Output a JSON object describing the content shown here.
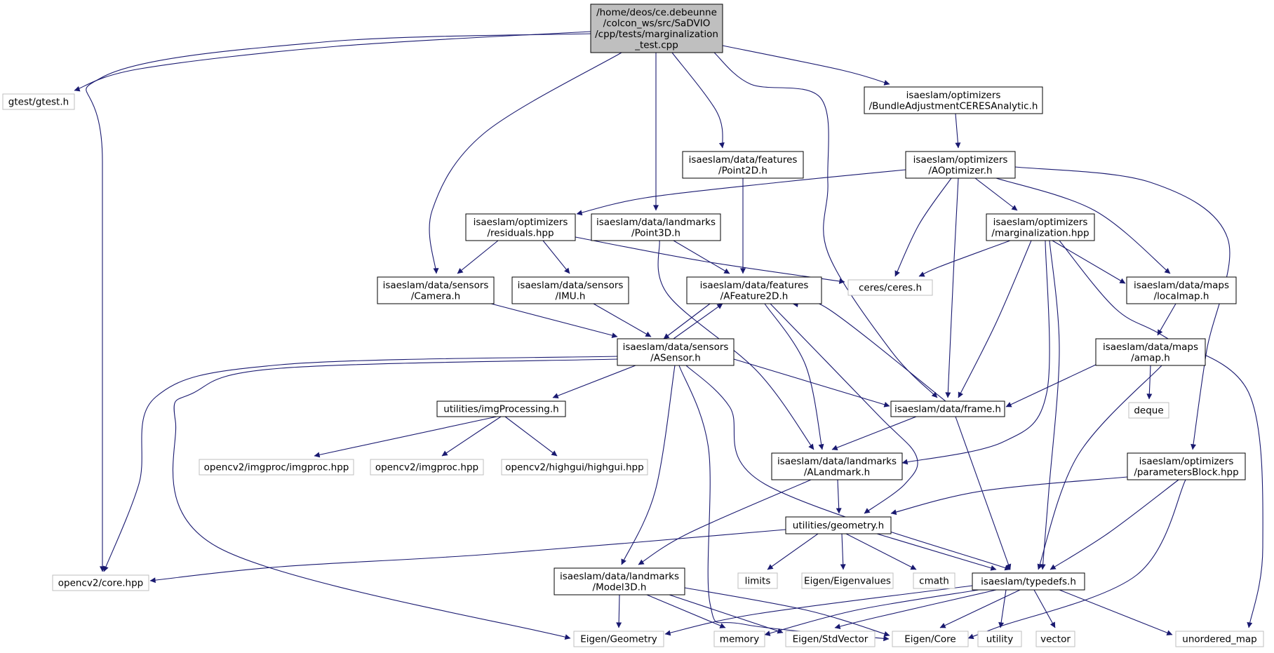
{
  "graph": {
    "edge_color": "#191970",
    "main_fill": "#bfbfbf",
    "node_border": "#000000",
    "external_border": "#bfbfbf",
    "nodes": [
      {
        "id": "main",
        "kind": "main",
        "lines": [
          "/home/deos/ce.debeunne",
          "/colcon_ws/src/SaDVIO",
          "/cpp/tests/marginalization",
          "_test.cpp"
        ]
      },
      {
        "id": "gtest",
        "kind": "ext",
        "lines": [
          "gtest/gtest.h"
        ]
      },
      {
        "id": "ba",
        "kind": "proj",
        "lines": [
          "isaeslam/optimizers",
          "/BundleAdjustmentCERESAnalytic.h"
        ]
      },
      {
        "id": "aopt",
        "kind": "proj",
        "lines": [
          "isaeslam/optimizers",
          "/AOptimizer.h"
        ]
      },
      {
        "id": "point2d",
        "kind": "proj",
        "lines": [
          "isaeslam/data/features",
          "/Point2D.h"
        ]
      },
      {
        "id": "residuals",
        "kind": "proj",
        "lines": [
          "isaeslam/optimizers",
          "/residuals.hpp"
        ]
      },
      {
        "id": "point3d",
        "kind": "proj",
        "lines": [
          "isaeslam/data/landmarks",
          "/Point3D.h"
        ]
      },
      {
        "id": "marg",
        "kind": "proj",
        "lines": [
          "isaeslam/optimizers",
          "/marginalization.hpp"
        ]
      },
      {
        "id": "camera",
        "kind": "proj",
        "lines": [
          "isaeslam/data/sensors",
          "/Camera.h"
        ]
      },
      {
        "id": "imu",
        "kind": "proj",
        "lines": [
          "isaeslam/data/sensors",
          "/IMU.h"
        ]
      },
      {
        "id": "afeature",
        "kind": "proj",
        "lines": [
          "isaeslam/data/features",
          "/AFeature2D.h"
        ]
      },
      {
        "id": "ceres",
        "kind": "ext",
        "lines": [
          "ceres/ceres.h"
        ]
      },
      {
        "id": "localmap",
        "kind": "proj",
        "lines": [
          "isaeslam/data/maps",
          "/localmap.h"
        ]
      },
      {
        "id": "asensor",
        "kind": "proj",
        "lines": [
          "isaeslam/data/sensors",
          "/ASensor.h"
        ]
      },
      {
        "id": "amap",
        "kind": "proj",
        "lines": [
          "isaeslam/data/maps",
          "/amap.h"
        ]
      },
      {
        "id": "imgproc",
        "kind": "proj",
        "lines": [
          "utilities/imgProcessing.h"
        ]
      },
      {
        "id": "frame",
        "kind": "proj",
        "lines": [
          "isaeslam/data/frame.h"
        ]
      },
      {
        "id": "deque",
        "kind": "ext",
        "lines": [
          "deque"
        ]
      },
      {
        "id": "cvimgproc",
        "kind": "ext",
        "lines": [
          "opencv2/imgproc/imgproc.hpp"
        ]
      },
      {
        "id": "cvimgproc2",
        "kind": "ext",
        "lines": [
          "opencv2/imgproc.hpp"
        ]
      },
      {
        "id": "cvhighgui",
        "kind": "ext",
        "lines": [
          "opencv2/highgui/highgui.hpp"
        ]
      },
      {
        "id": "alandmark",
        "kind": "proj",
        "lines": [
          "isaeslam/data/landmarks",
          "/ALandmark.h"
        ]
      },
      {
        "id": "params",
        "kind": "proj",
        "lines": [
          "isaeslam/optimizers",
          "/parametersBlock.hpp"
        ]
      },
      {
        "id": "geometry",
        "kind": "proj",
        "lines": [
          "utilities/geometry.h"
        ]
      },
      {
        "id": "cvcore",
        "kind": "ext",
        "lines": [
          "opencv2/core.hpp"
        ]
      },
      {
        "id": "model3d",
        "kind": "proj",
        "lines": [
          "isaeslam/data/landmarks",
          "/Model3D.h"
        ]
      },
      {
        "id": "limits",
        "kind": "ext",
        "lines": [
          "limits"
        ]
      },
      {
        "id": "eigenvalues",
        "kind": "ext",
        "lines": [
          "Eigen/Eigenvalues"
        ]
      },
      {
        "id": "cmath",
        "kind": "ext",
        "lines": [
          "cmath"
        ]
      },
      {
        "id": "typedefs",
        "kind": "proj",
        "lines": [
          "isaeslam/typedefs.h"
        ]
      },
      {
        "id": "geometryE",
        "kind": "ext",
        "lines": [
          "Eigen/Geometry"
        ]
      },
      {
        "id": "memory",
        "kind": "ext",
        "lines": [
          "memory"
        ]
      },
      {
        "id": "stdvector",
        "kind": "ext",
        "lines": [
          "Eigen/StdVector"
        ]
      },
      {
        "id": "core",
        "kind": "ext",
        "lines": [
          "Eigen/Core"
        ]
      },
      {
        "id": "utility",
        "kind": "ext",
        "lines": [
          "utility"
        ]
      },
      {
        "id": "vector",
        "kind": "ext",
        "lines": [
          "vector"
        ]
      },
      {
        "id": "umap",
        "kind": "ext",
        "lines": [
          "unordered_map"
        ]
      }
    ],
    "edges": [
      [
        "main",
        "gtest"
      ],
      [
        "main",
        "cvcore"
      ],
      [
        "main",
        "camera"
      ],
      [
        "main",
        "point3d"
      ],
      [
        "main",
        "point2d"
      ],
      [
        "main",
        "frame"
      ],
      [
        "main",
        "ba"
      ],
      [
        "ba",
        "aopt"
      ],
      [
        "point2d",
        "afeature"
      ],
      [
        "aopt",
        "residuals"
      ],
      [
        "aopt",
        "ceres"
      ],
      [
        "aopt",
        "frame"
      ],
      [
        "aopt",
        "marg"
      ],
      [
        "aopt",
        "localmap"
      ],
      [
        "aopt",
        "params"
      ],
      [
        "residuals",
        "camera"
      ],
      [
        "residuals",
        "imu"
      ],
      [
        "residuals",
        "ceres"
      ],
      [
        "point3d",
        "afeature"
      ],
      [
        "point3d",
        "alandmark"
      ],
      [
        "marg",
        "ceres"
      ],
      [
        "marg",
        "localmap"
      ],
      [
        "marg",
        "frame"
      ],
      [
        "marg",
        "alandmark"
      ],
      [
        "marg",
        "typedefs"
      ],
      [
        "marg",
        "umap"
      ],
      [
        "camera",
        "asensor"
      ],
      [
        "imu",
        "asensor"
      ],
      [
        "afeature",
        "asensor"
      ],
      [
        "afeature",
        "alandmark"
      ],
      [
        "afeature",
        "geometry"
      ],
      [
        "asensor",
        "afeature"
      ],
      [
        "asensor",
        "imgproc"
      ],
      [
        "asensor",
        "frame"
      ],
      [
        "asensor",
        "cvcore"
      ],
      [
        "asensor",
        "geometryE"
      ],
      [
        "asensor",
        "model3d"
      ],
      [
        "asensor",
        "core"
      ],
      [
        "asensor",
        "typedefs"
      ],
      [
        "localmap",
        "amap"
      ],
      [
        "amap",
        "frame"
      ],
      [
        "amap",
        "deque"
      ],
      [
        "amap",
        "typedefs"
      ],
      [
        "frame",
        "afeature"
      ],
      [
        "frame",
        "alandmark"
      ],
      [
        "frame",
        "typedefs"
      ],
      [
        "imgproc",
        "cvimgproc"
      ],
      [
        "imgproc",
        "cvimgproc2"
      ],
      [
        "imgproc",
        "cvhighgui"
      ],
      [
        "alandmark",
        "geometry"
      ],
      [
        "alandmark",
        "model3d"
      ],
      [
        "params",
        "geometry"
      ],
      [
        "params",
        "typedefs"
      ],
      [
        "params",
        "core"
      ],
      [
        "geometry",
        "cvcore"
      ],
      [
        "geometry",
        "limits"
      ],
      [
        "geometry",
        "eigenvalues"
      ],
      [
        "geometry",
        "cmath"
      ],
      [
        "geometry",
        "typedefs"
      ],
      [
        "model3d",
        "geometryE"
      ],
      [
        "model3d",
        "memory"
      ],
      [
        "model3d",
        "stdvector"
      ],
      [
        "model3d",
        "core"
      ],
      [
        "typedefs",
        "geometryE"
      ],
      [
        "typedefs",
        "memory"
      ],
      [
        "typedefs",
        "stdvector"
      ],
      [
        "typedefs",
        "core"
      ],
      [
        "typedefs",
        "utility"
      ],
      [
        "typedefs",
        "vector"
      ],
      [
        "typedefs",
        "umap"
      ]
    ]
  }
}
